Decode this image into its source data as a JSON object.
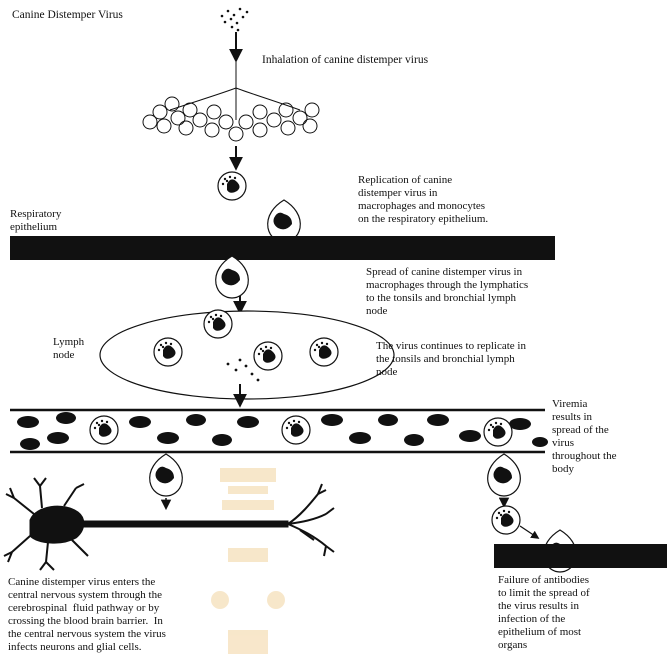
{
  "labels": {
    "title": "Canine Distemper Virus",
    "inhalation": "Inhalation of canine distemper virus",
    "replication": "Replication of canine\ndistemper virus in\nmacrophages and monocytes\non the respiratory epithelium.",
    "respiratory_epithelium": "Respiratory\nepithelium",
    "spread_lymph": "Spread of canine distemper virus in\nmacrophages through the lymphatics\nto the tonsils and bronchial lymph\nnode",
    "lymph_node": "Lymph\nnode",
    "continues_replicate": "The virus continues to replicate in\nthe tonsils and bronchial lymph\nnode",
    "viremia": "Viremia\nresults in\nspread of the\nvirus\nthroughout the\nbody",
    "cns": "Canine distemper virus enters the\ncentral nervous system through the\ncerebrospinal  fluid pathway or by\ncrossing the blood brain barrier.  In\nthe central nervous system the virus\ninfects neurons and glial cells.",
    "failure_antibodies": "Failure of antibodies\nto limit the spread of\nthe virus results in\ninfection of the\nepithelium of most\norgans"
  },
  "colors": {
    "ink": "#111111",
    "watermark": "#f2d4a0"
  }
}
